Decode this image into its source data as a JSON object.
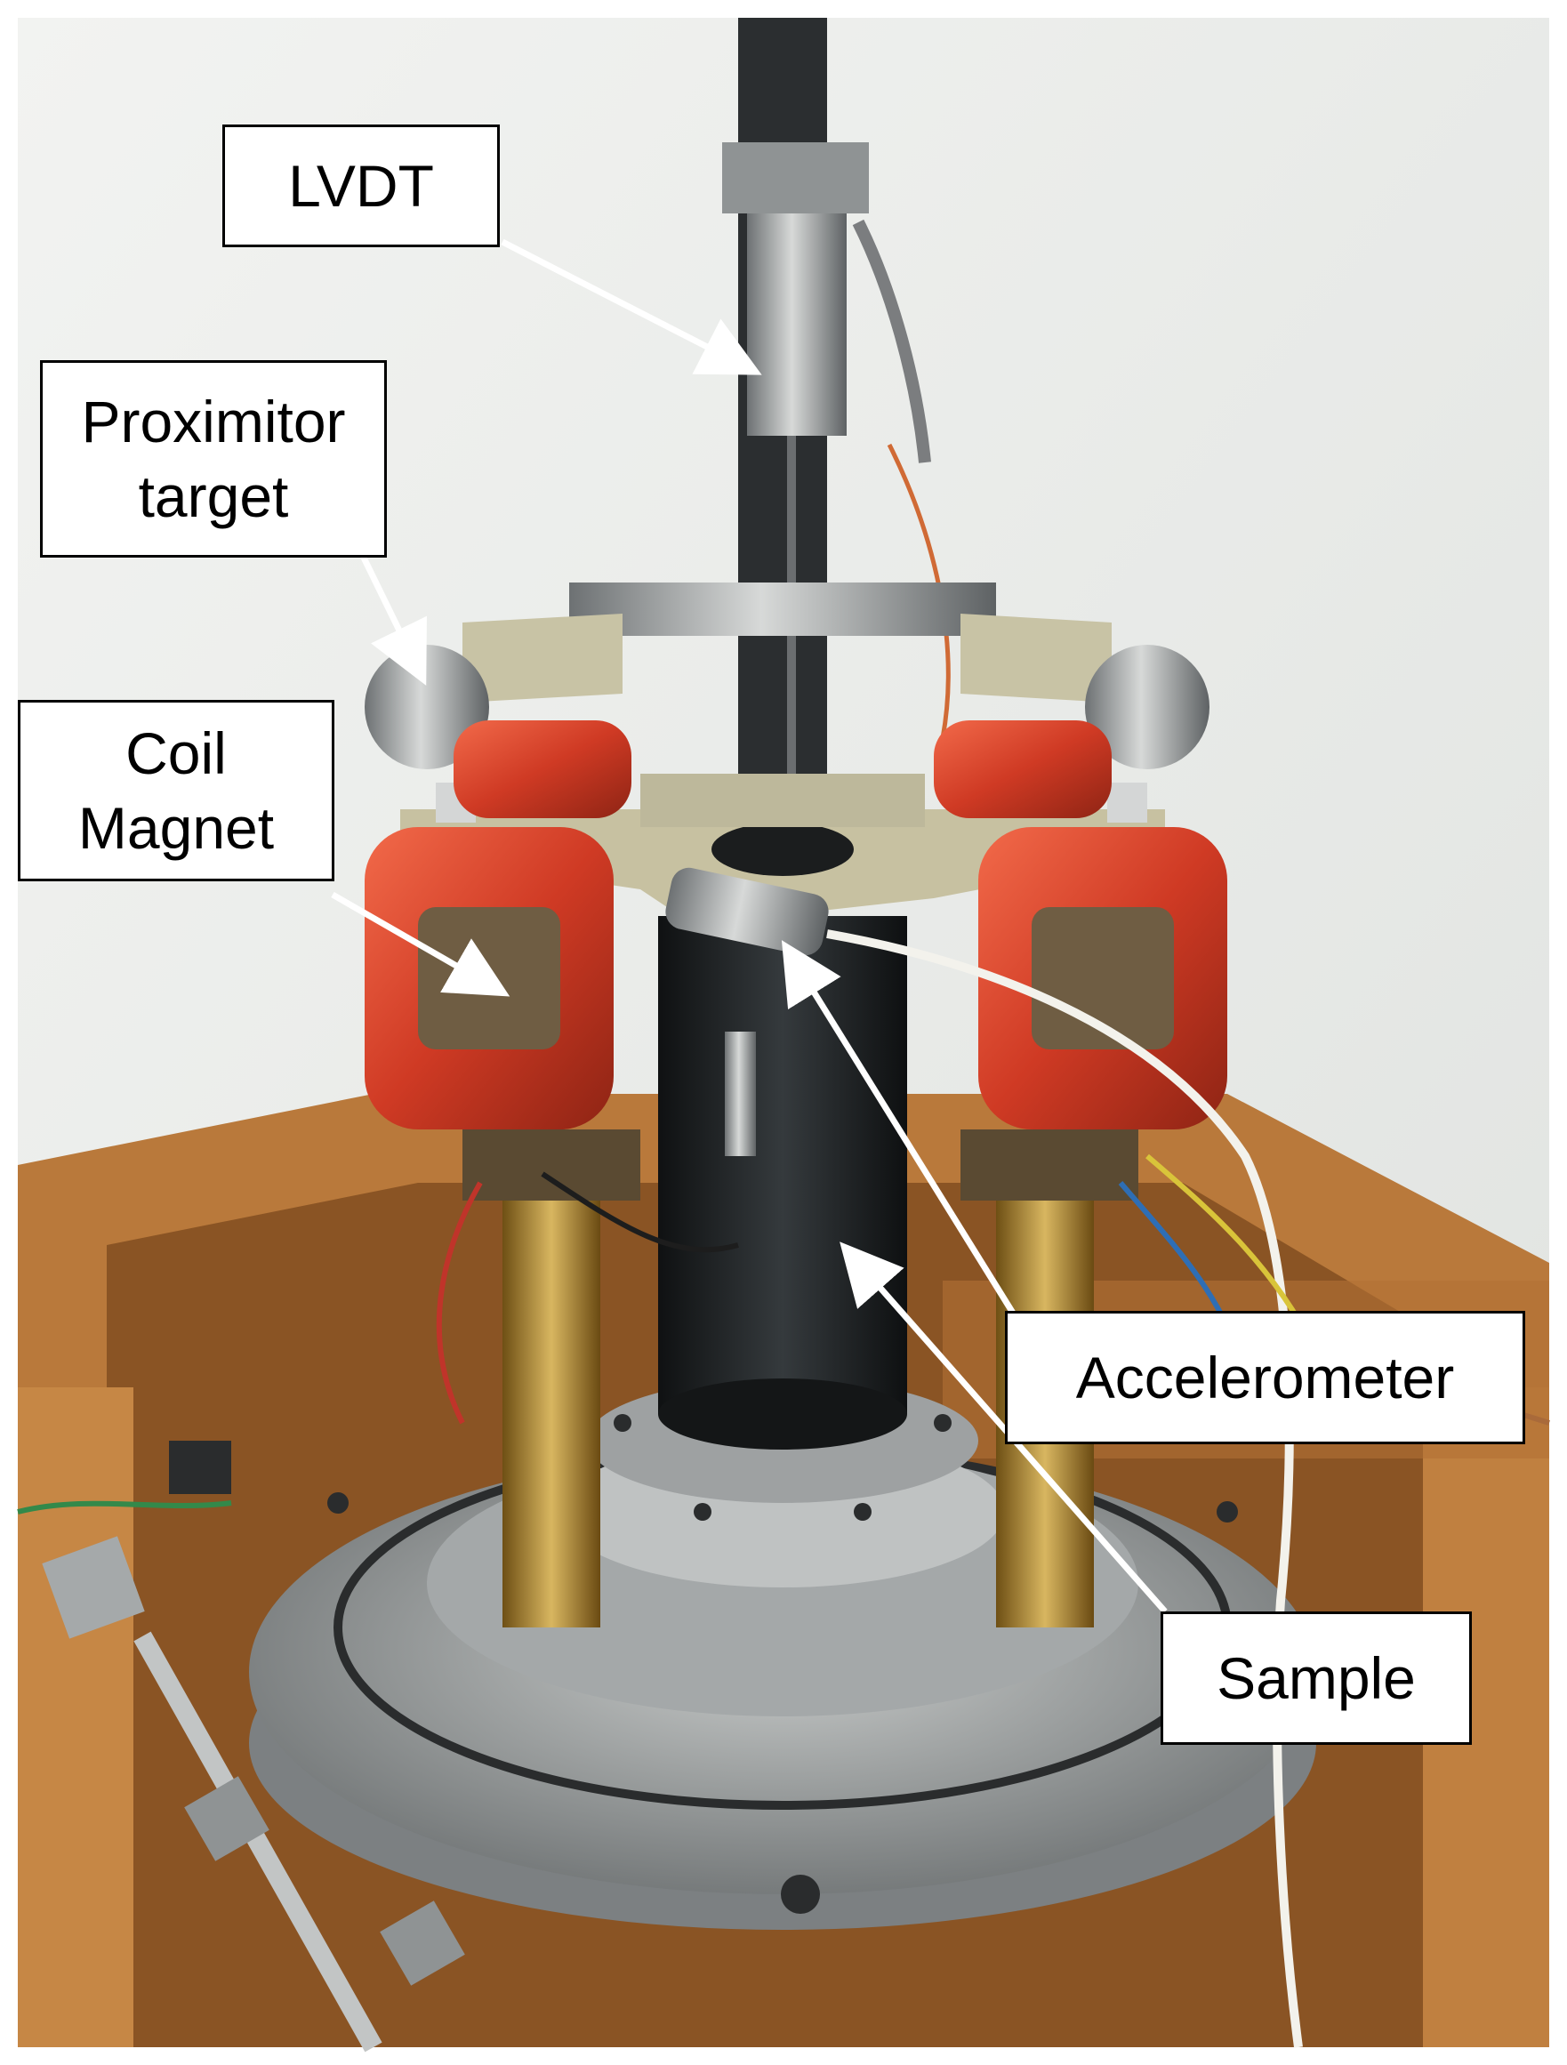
{
  "labels": {
    "lvdt": "LVDT",
    "proximitor": "Proximitor\ntarget",
    "coil": "Coil\nMagnet",
    "accelerometer": "Accelerometer",
    "sample": "Sample"
  },
  "colors": {
    "wall": "#eceeec",
    "copper": "#d8452f",
    "brass": "#b58a2e",
    "wood": "#b9793b",
    "steel": "#9fa3a4",
    "dark_tube": "#1d2022",
    "arrow": "#ffffff"
  }
}
